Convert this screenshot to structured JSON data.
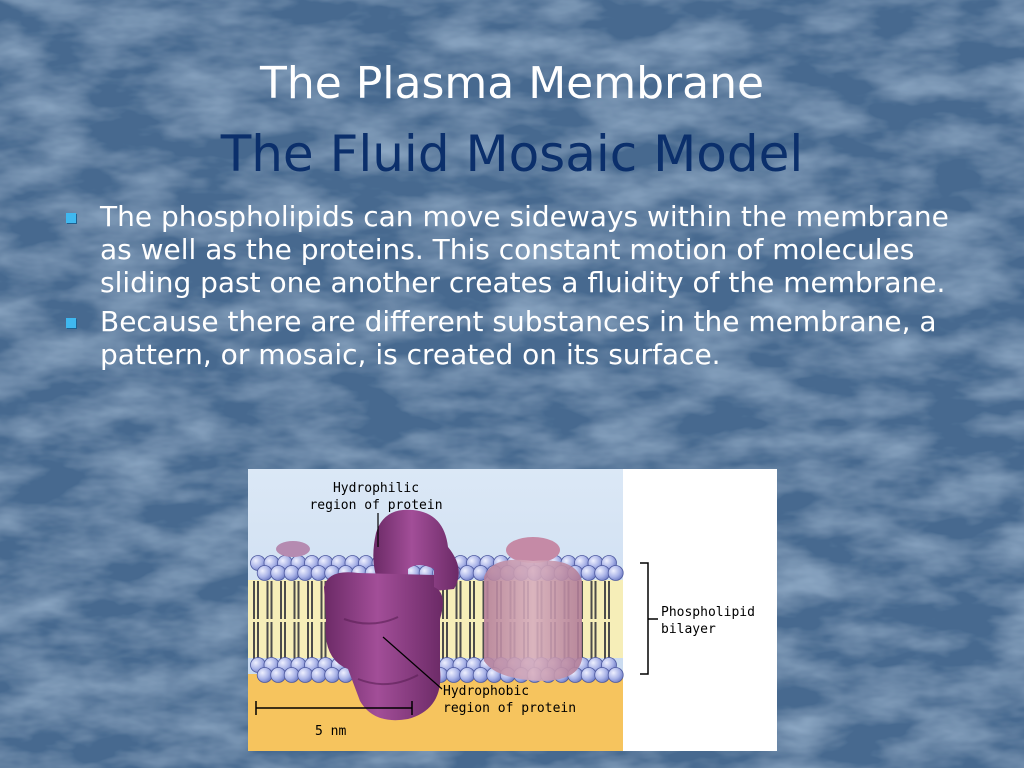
{
  "slide": {
    "title_line1": "The Plasma Membrane",
    "title_line2": "The Fluid Mosaic Model",
    "bullets": [
      "The phospholipids can move sideways within the membrane as well as the proteins.  This constant motion of molecules sliding past one another creates a fluidity of the membrane.",
      "Because there are different substances in the membrane, a pattern, or mosaic, is created on its surface."
    ],
    "colors": {
      "background": "#4a6d92",
      "title_line2": "#0b2f6b",
      "bullet_marker": "#3fb8f0"
    }
  },
  "figure": {
    "labels": {
      "hydrophilic_line1": "Hydrophilic",
      "hydrophilic_line2": "region of protein",
      "phospholipid_line1": "Phospholipid",
      "phospholipid_line2": "bilayer",
      "hydrophobic_line1": "Hydrophobic",
      "hydrophobic_line2": "region of protein",
      "scale": "5 nm"
    },
    "colors": {
      "water_top": "#cfe0f2",
      "water_bottom": "#f6c45e",
      "tail_zone": "#f6eeb8",
      "protein": "#8e3d84",
      "protein_light": "#c79ab4",
      "head": "#aab4e8"
    }
  }
}
